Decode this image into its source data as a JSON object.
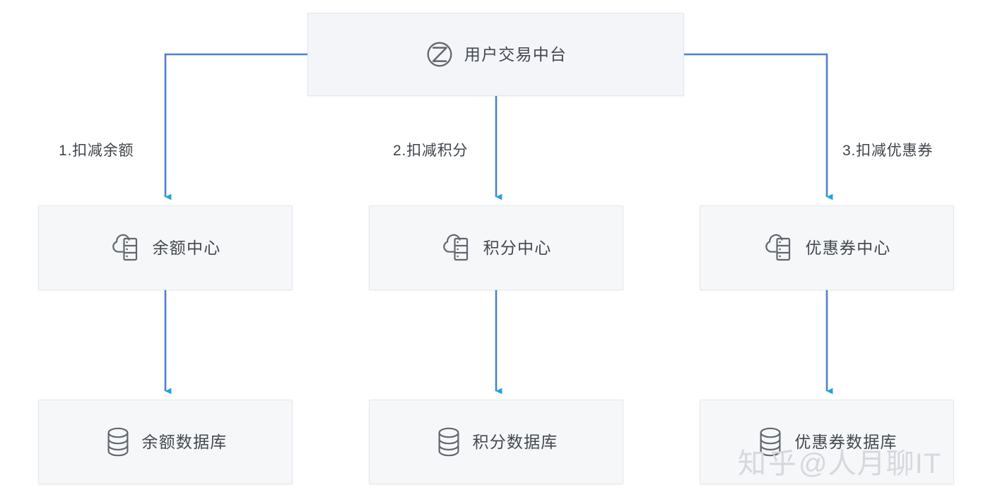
{
  "diagram": {
    "type": "flowchart",
    "background_color": "#ffffff",
    "line_color": "#4e7fcd",
    "arrow_color": "#1fa2e6",
    "box_fill": "#f6f7f9",
    "box_border": "#e4e7ec",
    "text_color": "#434850"
  },
  "hub": {
    "label": "用户交易中台",
    "icon": "circle-z-logo-icon"
  },
  "edge_labels": [
    {
      "text": "1.扣减余额"
    },
    {
      "text": "2.扣减积分"
    },
    {
      "text": "3.扣减优惠券"
    }
  ],
  "services": [
    {
      "label": "余额中心",
      "icon": "cloud-server-icon"
    },
    {
      "label": "积分中心",
      "icon": "cloud-server-icon"
    },
    {
      "label": "优惠券中心",
      "icon": "cloud-server-icon"
    }
  ],
  "databases": [
    {
      "label": "余额数据库",
      "icon": "database-cylinder-icon"
    },
    {
      "label": "积分数据库",
      "icon": "database-cylinder-icon"
    },
    {
      "label": "优惠券数据库",
      "icon": "database-cylinder-icon"
    }
  ],
  "watermark": {
    "site": "知乎",
    "handle": "@人月聊IT"
  }
}
